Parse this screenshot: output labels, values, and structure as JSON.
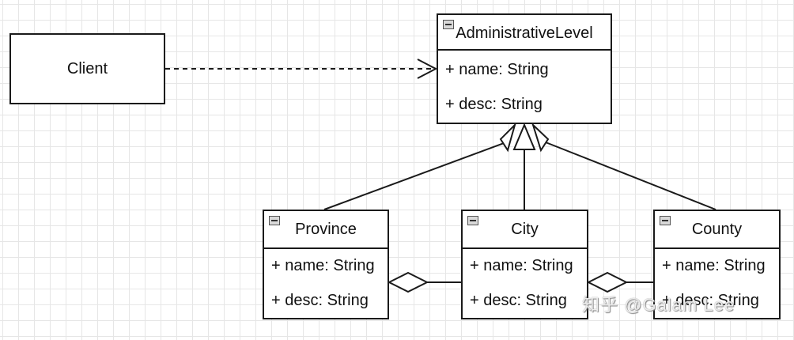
{
  "client": {
    "label": "Client"
  },
  "classes": {
    "administrative_level": {
      "name": "AdministrativeLevel",
      "attributes": [
        "+ name: String",
        "+ desc: String"
      ]
    },
    "province": {
      "name": "Province",
      "attributes": [
        "+ name: String",
        "+ desc: String"
      ]
    },
    "city": {
      "name": "City",
      "attributes": [
        "+ name: String",
        "+ desc: String"
      ]
    },
    "county": {
      "name": "County",
      "attributes": [
        "+ name: String",
        "+ desc: String"
      ]
    }
  },
  "relationships": [
    {
      "type": "dependency",
      "from": "Client",
      "to": "AdministrativeLevel"
    },
    {
      "type": "generalization",
      "from": "Province",
      "to": "AdministrativeLevel"
    },
    {
      "type": "generalization",
      "from": "City",
      "to": "AdministrativeLevel"
    },
    {
      "type": "generalization",
      "from": "County",
      "to": "AdministrativeLevel"
    },
    {
      "type": "aggregation",
      "whole": "Province",
      "part": "City"
    },
    {
      "type": "aggregation",
      "whole": "City",
      "part": "County"
    }
  ],
  "colors": {
    "line": "#1a1a1a",
    "grid": "#e6e6e6",
    "background": "#ffffff"
  },
  "watermark": "知乎 @Galam Lee"
}
